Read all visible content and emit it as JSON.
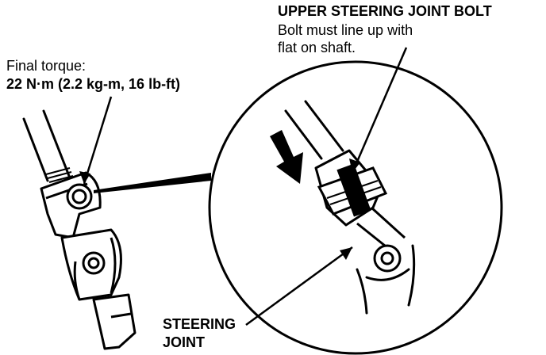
{
  "labels": {
    "upper_bolt_title": "UPPER STEERING JOINT BOLT",
    "upper_bolt_note_line1": "Bolt must line up with",
    "upper_bolt_note_line2": "flat on shaft.",
    "torque_line1": "Final torque:",
    "torque_line2": "22 N·m (2.2 kg-m, 16 lb-ft)",
    "steering_joint_line1": "STEERING",
    "steering_joint_line2": "JOINT"
  },
  "colors": {
    "ink": "#000000",
    "paper": "#ffffff"
  }
}
